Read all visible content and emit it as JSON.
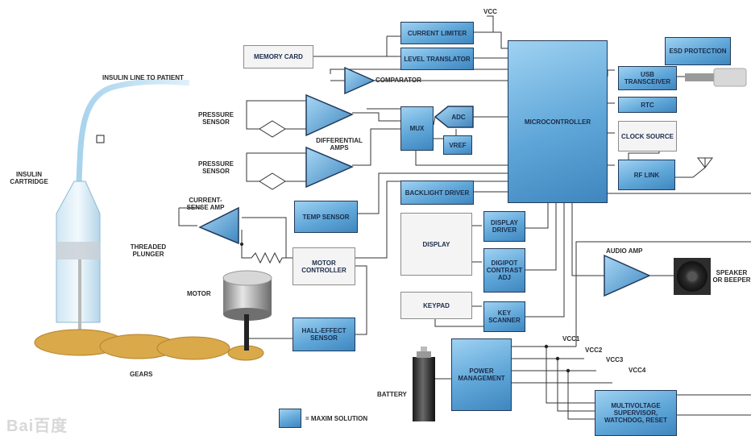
{
  "labels": {
    "vcc_top": "VCC",
    "insulin_line": "INSULIN LINE TO PATIENT",
    "insulin_cartridge": "INSULIN CARTRIDGE",
    "threaded_plunger": "THREADED PLUNGER",
    "gears": "GEARS",
    "motor": "MOTOR",
    "current_sense_amp": "CURRENT-SENSE AMP",
    "pressure_sensor_1": "PRESSURE SENSOR",
    "pressure_sensor_2": "PRESSURE SENSOR",
    "differential_amps": "DIFFERENTIAL AMPS",
    "comparator": "COMPARATOR",
    "battery": "BATTERY",
    "audio_amp": "AUDIO AMP",
    "speaker": "SPEAKER OR BEEPER",
    "vcc1": "VCC1",
    "vcc2": "VCC2",
    "vcc3": "VCC3",
    "vcc4": "VCC4",
    "legend_text": "= MAXIM SOLUTION",
    "watermark": "Bai百度"
  },
  "blocks": {
    "memory_card": "MEMORY CARD",
    "current_limiter": "CURRENT LIMITER",
    "level_translator": "LEVEL TRANSLATOR",
    "microcontroller": "MICROCONTROLLER",
    "esd_protection": "ESD PROTECTION",
    "usb_transceiver": "USB TRANSCEIVER",
    "rtc": "RTC",
    "clock_source": "CLOCK SOURCE",
    "rf_link": "RF LINK",
    "mux": "MUX",
    "adc": "ADC",
    "vref": "VREF",
    "backlight_driver": "BACKLIGHT DRIVER",
    "temp_sensor": "TEMP SENSOR",
    "display": "DISPLAY",
    "display_driver": "DISPLAY DRIVER",
    "motor_controller": "MOTOR CONTROLLER",
    "digipot": "DIGIPOT CONTRAST ADJ",
    "keypad": "KEYPAD",
    "key_scanner": "KEY SCANNER",
    "hall_effect_sensor": "HALL-EFFECT SENSOR",
    "power_management": "POWER MANAGEMENT",
    "multivoltage_supervisor": "MULTIVOLTAGE SUPERVISOR, WATCHDOG, RESET"
  },
  "colors": {
    "maxim_blue": "#5fa6d8",
    "block_border": "#223a5a",
    "line": "#333333",
    "gear": "#d9a94a"
  }
}
